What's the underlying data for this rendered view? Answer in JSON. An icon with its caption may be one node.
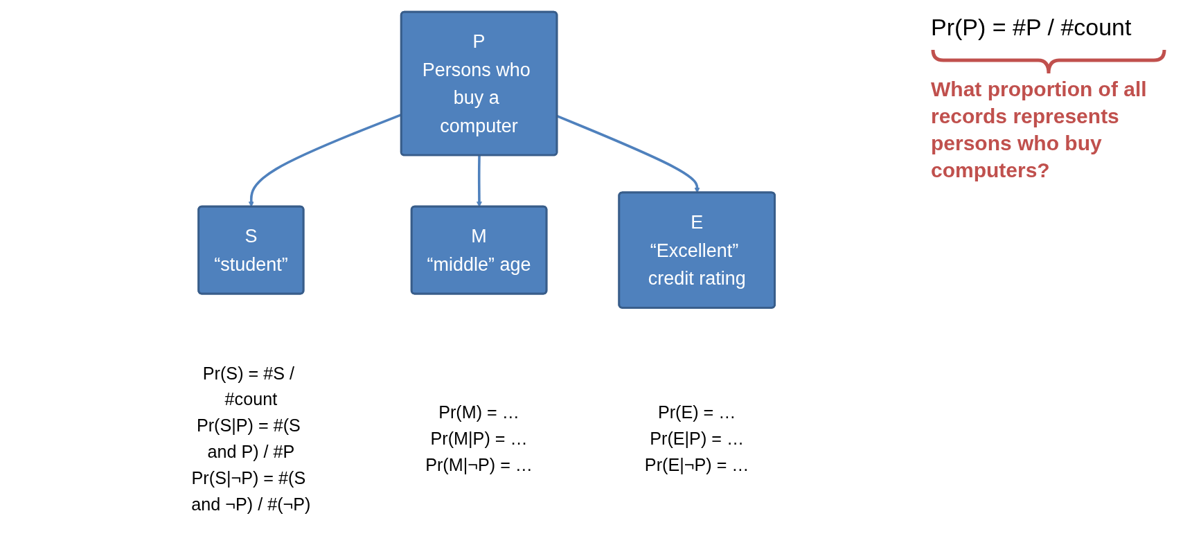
{
  "diagram": {
    "nodes": [
      {
        "text": [
          "P",
          "Persons who buy a computer"
        ]
      },
      {
        "text": [
          "S",
          "“student”"
        ],
        "beside": [
          "Pr(S) = #S / #count",
          "Pr(S|P) = #(S and P) / #P",
          "Pr(S|¬P) = #(S and ¬P) / #(¬P)"
        ]
      },
      {
        "text": [
          "M",
          "“middle” age"
        ],
        "beside": [
          "Pr(M) = …",
          "Pr(M|P) = …",
          "Pr(M|¬P) = …"
        ]
      },
      {
        "text": [
          "E",
          "“Excellent” credit rating"
        ],
        "beside": [
          "Pr(E) = …",
          "Pr(E|P) = …",
          "Pr(E|¬P) = …"
        ]
      }
    ],
    "edges": [
      {
        "from": 0,
        "to": 1,
        "arrow": "to"
      },
      {
        "from": 0,
        "to": 2,
        "arrow": "to"
      },
      {
        "from": 0,
        "to": 3,
        "arrow": "to"
      }
    ],
    "labels": [
      "Pr(P) = #P / #count",
      "What proportion of all records represents persons who buy computers?"
    ]
  }
}
